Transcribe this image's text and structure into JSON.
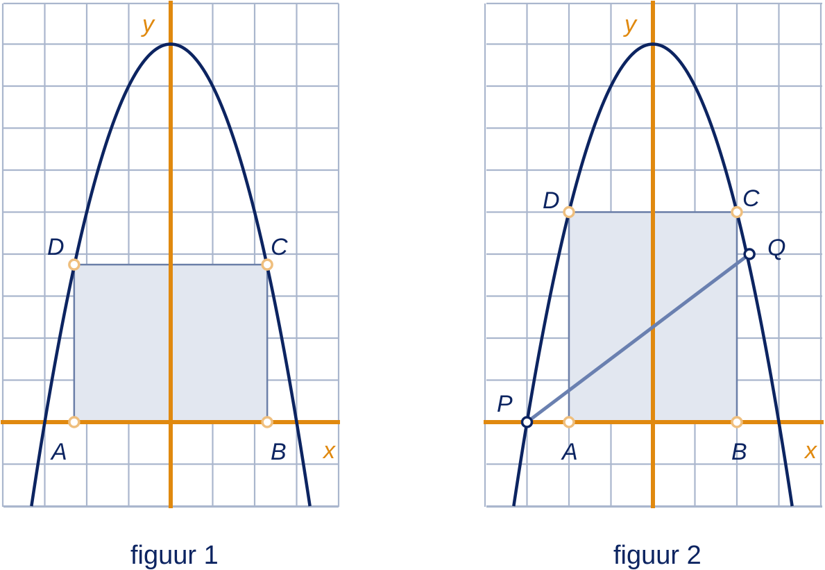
{
  "figures": [
    {
      "caption": "figuur 1",
      "axis_x_label": "x",
      "axis_y_label": "y",
      "points": {
        "A": "A",
        "B": "B",
        "C": "C",
        "D": "D"
      },
      "curve": {
        "type": "parabola",
        "vertex": [
          0,
          9
        ],
        "roots": [
          -3,
          3
        ],
        "formula_shape": "y = 9 - x^2"
      },
      "rectangle": {
        "A": [
          -2.3,
          0
        ],
        "B": [
          2.3,
          0
        ],
        "C": [
          2.3,
          3.75
        ],
        "D": [
          -2.3,
          3.75
        ]
      },
      "grid": {
        "x_min": -4,
        "x_max": 4,
        "y_min": -2,
        "y_max": 10
      }
    },
    {
      "caption": "figuur 2",
      "axis_x_label": "x",
      "axis_y_label": "y",
      "points": {
        "A": "A",
        "B": "B",
        "C": "C",
        "D": "D",
        "P": "P",
        "Q": "Q"
      },
      "curve": {
        "type": "parabola",
        "vertex": [
          0,
          9
        ],
        "roots": [
          -3,
          3
        ],
        "formula_shape": "y = 9 - x^2"
      },
      "rectangle": {
        "A": [
          -2,
          0
        ],
        "B": [
          2,
          0
        ],
        "C": [
          2,
          5
        ],
        "D": [
          -2,
          5
        ]
      },
      "segment": {
        "P": [
          -3,
          0
        ],
        "Q": [
          2.3,
          4
        ]
      },
      "grid": {
        "x_min": -4,
        "x_max": 4,
        "y_min": -2,
        "y_max": 10
      }
    }
  ],
  "colors": {
    "axis": "#e0890f",
    "curve": "#0c2461",
    "grid": "#aab6cd",
    "rectangle_fill": "#e2e7f0",
    "point_marker": "#efbf7e"
  }
}
